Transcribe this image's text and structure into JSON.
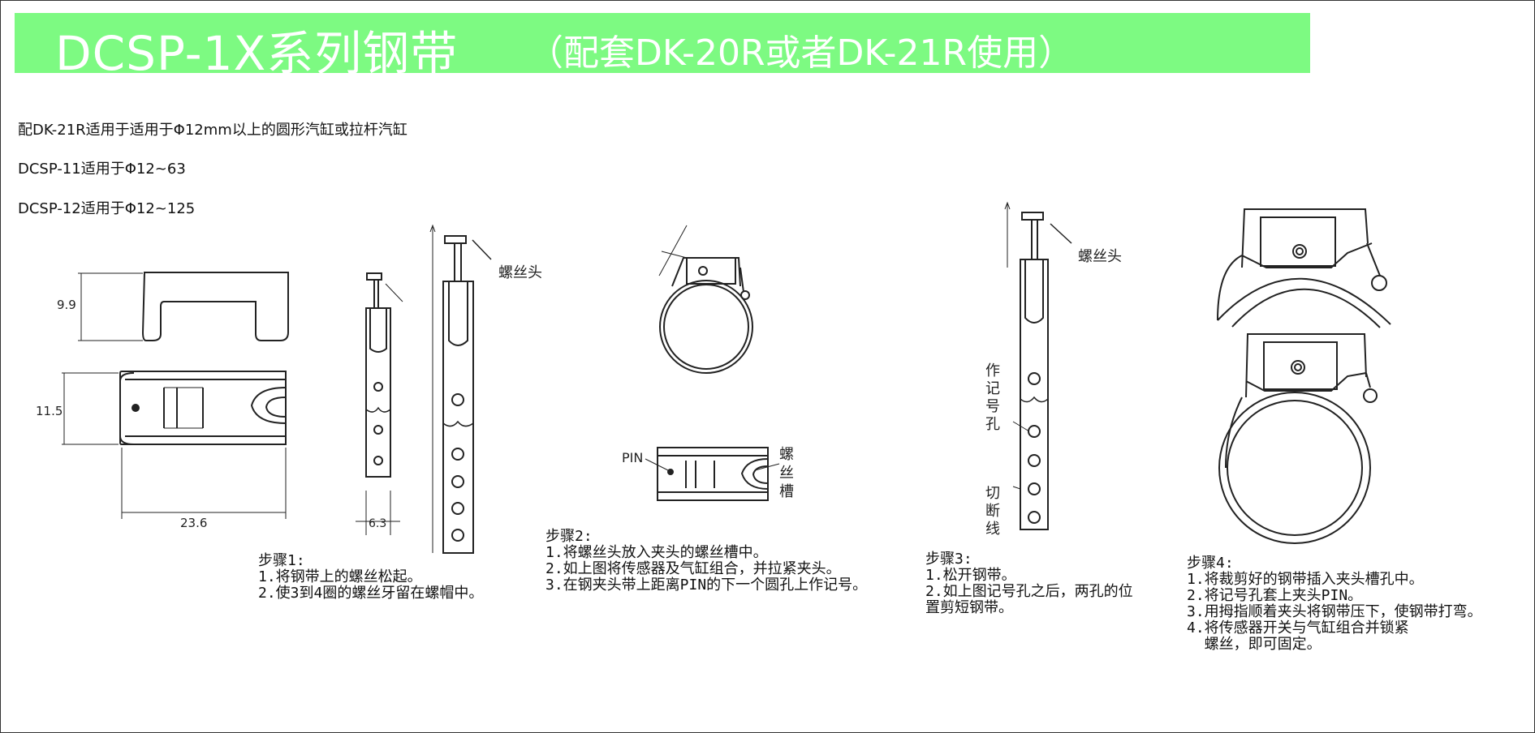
{
  "title": "DCSP-1X系列钢带",
  "subtitle": "（配套DK-20R或者DK-21R使用）",
  "intro": {
    "line1": "配DK-21R适用于适用于Φ12mm以上的圆形汽缸或拉杆汽缸",
    "line2": "DCSP-11适用于Φ12~63",
    "line3": "DCSP-12适用于Φ12~125"
  },
  "dims": {
    "d1": "9.9",
    "d2": "11.5",
    "d3": "23.6",
    "d4": "6.3"
  },
  "labels": {
    "screw_head": "螺丝头",
    "pin": "PIN",
    "screw_slot": [
      "螺",
      "丝",
      "槽"
    ],
    "mark_hole": [
      "作",
      "记",
      "号",
      "孔"
    ],
    "cut_line": [
      "切",
      "断",
      "线"
    ]
  },
  "steps": [
    {
      "title": "步骤1:",
      "lines": [
        "1.将钢带上的螺丝松起。",
        "2.使3到4圈的螺丝牙留在螺帽中。"
      ]
    },
    {
      "title": "步骤2:",
      "lines": [
        "1.将螺丝头放入夹头的螺丝槽中。",
        "2.如上图将传感器及气缸组合，并拉紧夹头。",
        "3.在钢夹头带上距离PIN的下一个圆孔上作记号。"
      ]
    },
    {
      "title": "步骤3:",
      "lines": [
        "1.松开钢带。",
        "2.如上图记号孔之后，两孔的位",
        "置剪短钢带。"
      ]
    },
    {
      "title": "步骤4:",
      "lines": [
        "1.将裁剪好的钢带插入夹头槽孔中。",
        "2.将记号孔套上夹头PIN。",
        "3.用拇指顺着夹头将钢带压下，使钢带打弯。",
        "4.将传感器开关与气缸组合并锁紧",
        "  螺丝，即可固定。"
      ]
    }
  ]
}
